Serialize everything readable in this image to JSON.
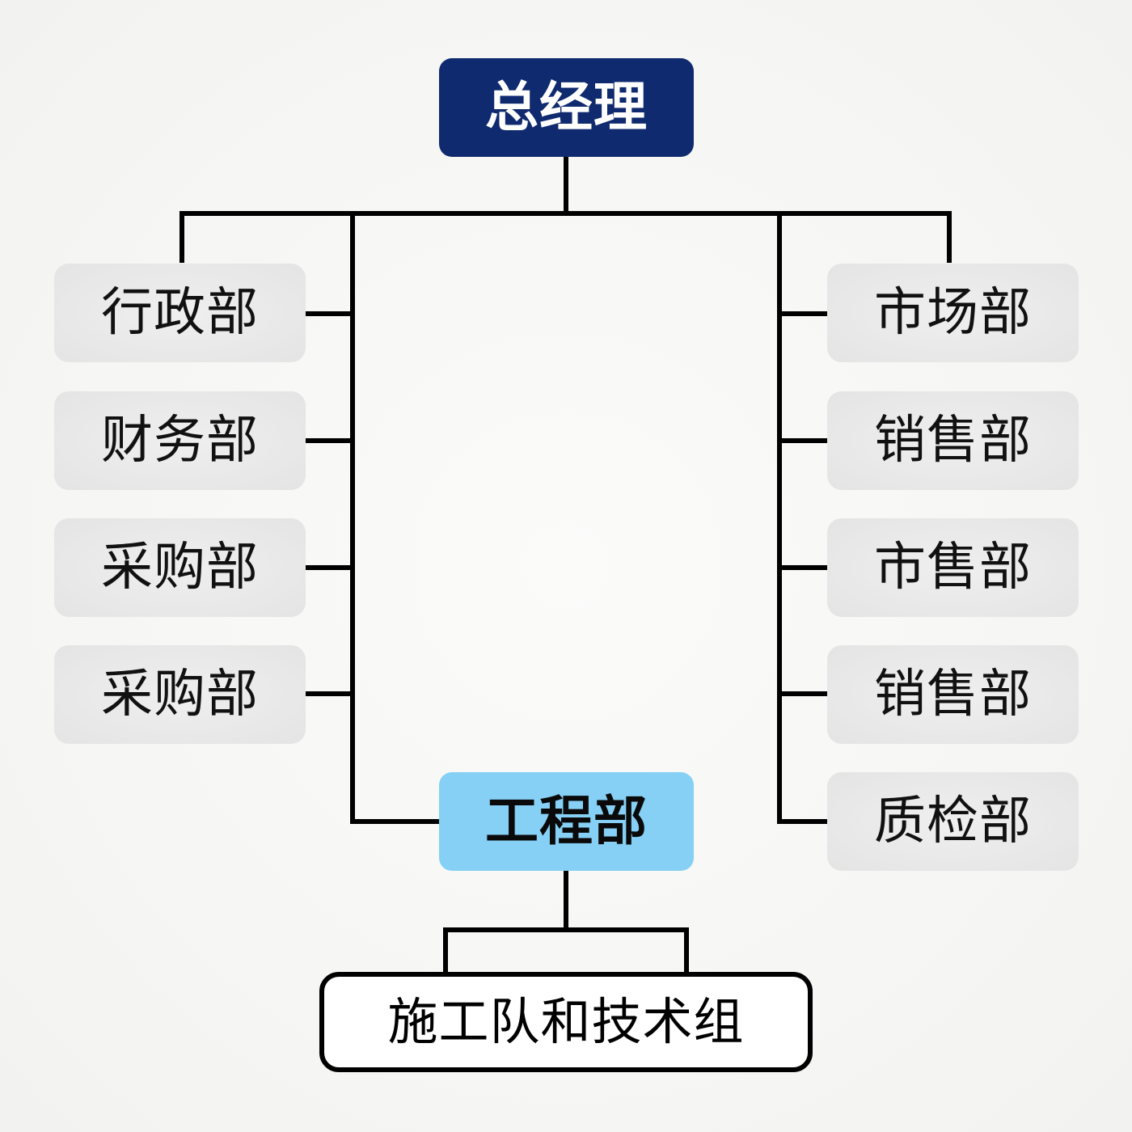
{
  "chart_data": {
    "type": "org-chart",
    "root": {
      "label": "总经理",
      "color": "#0f2a6e",
      "left_departments": [
        {
          "label": "行政部"
        },
        {
          "label": "财务部"
        },
        {
          "label": "采购部"
        },
        {
          "label": "采购部"
        }
      ],
      "right_departments": [
        {
          "label": "市场部"
        },
        {
          "label": "销售部"
        },
        {
          "label": "市售部"
        },
        {
          "label": "销售部"
        },
        {
          "label": "质检部"
        }
      ],
      "engineering": {
        "label": "工程部",
        "color": "#86d0f5",
        "children": [
          {
            "label": "施工队和技术组"
          }
        ]
      }
    }
  }
}
